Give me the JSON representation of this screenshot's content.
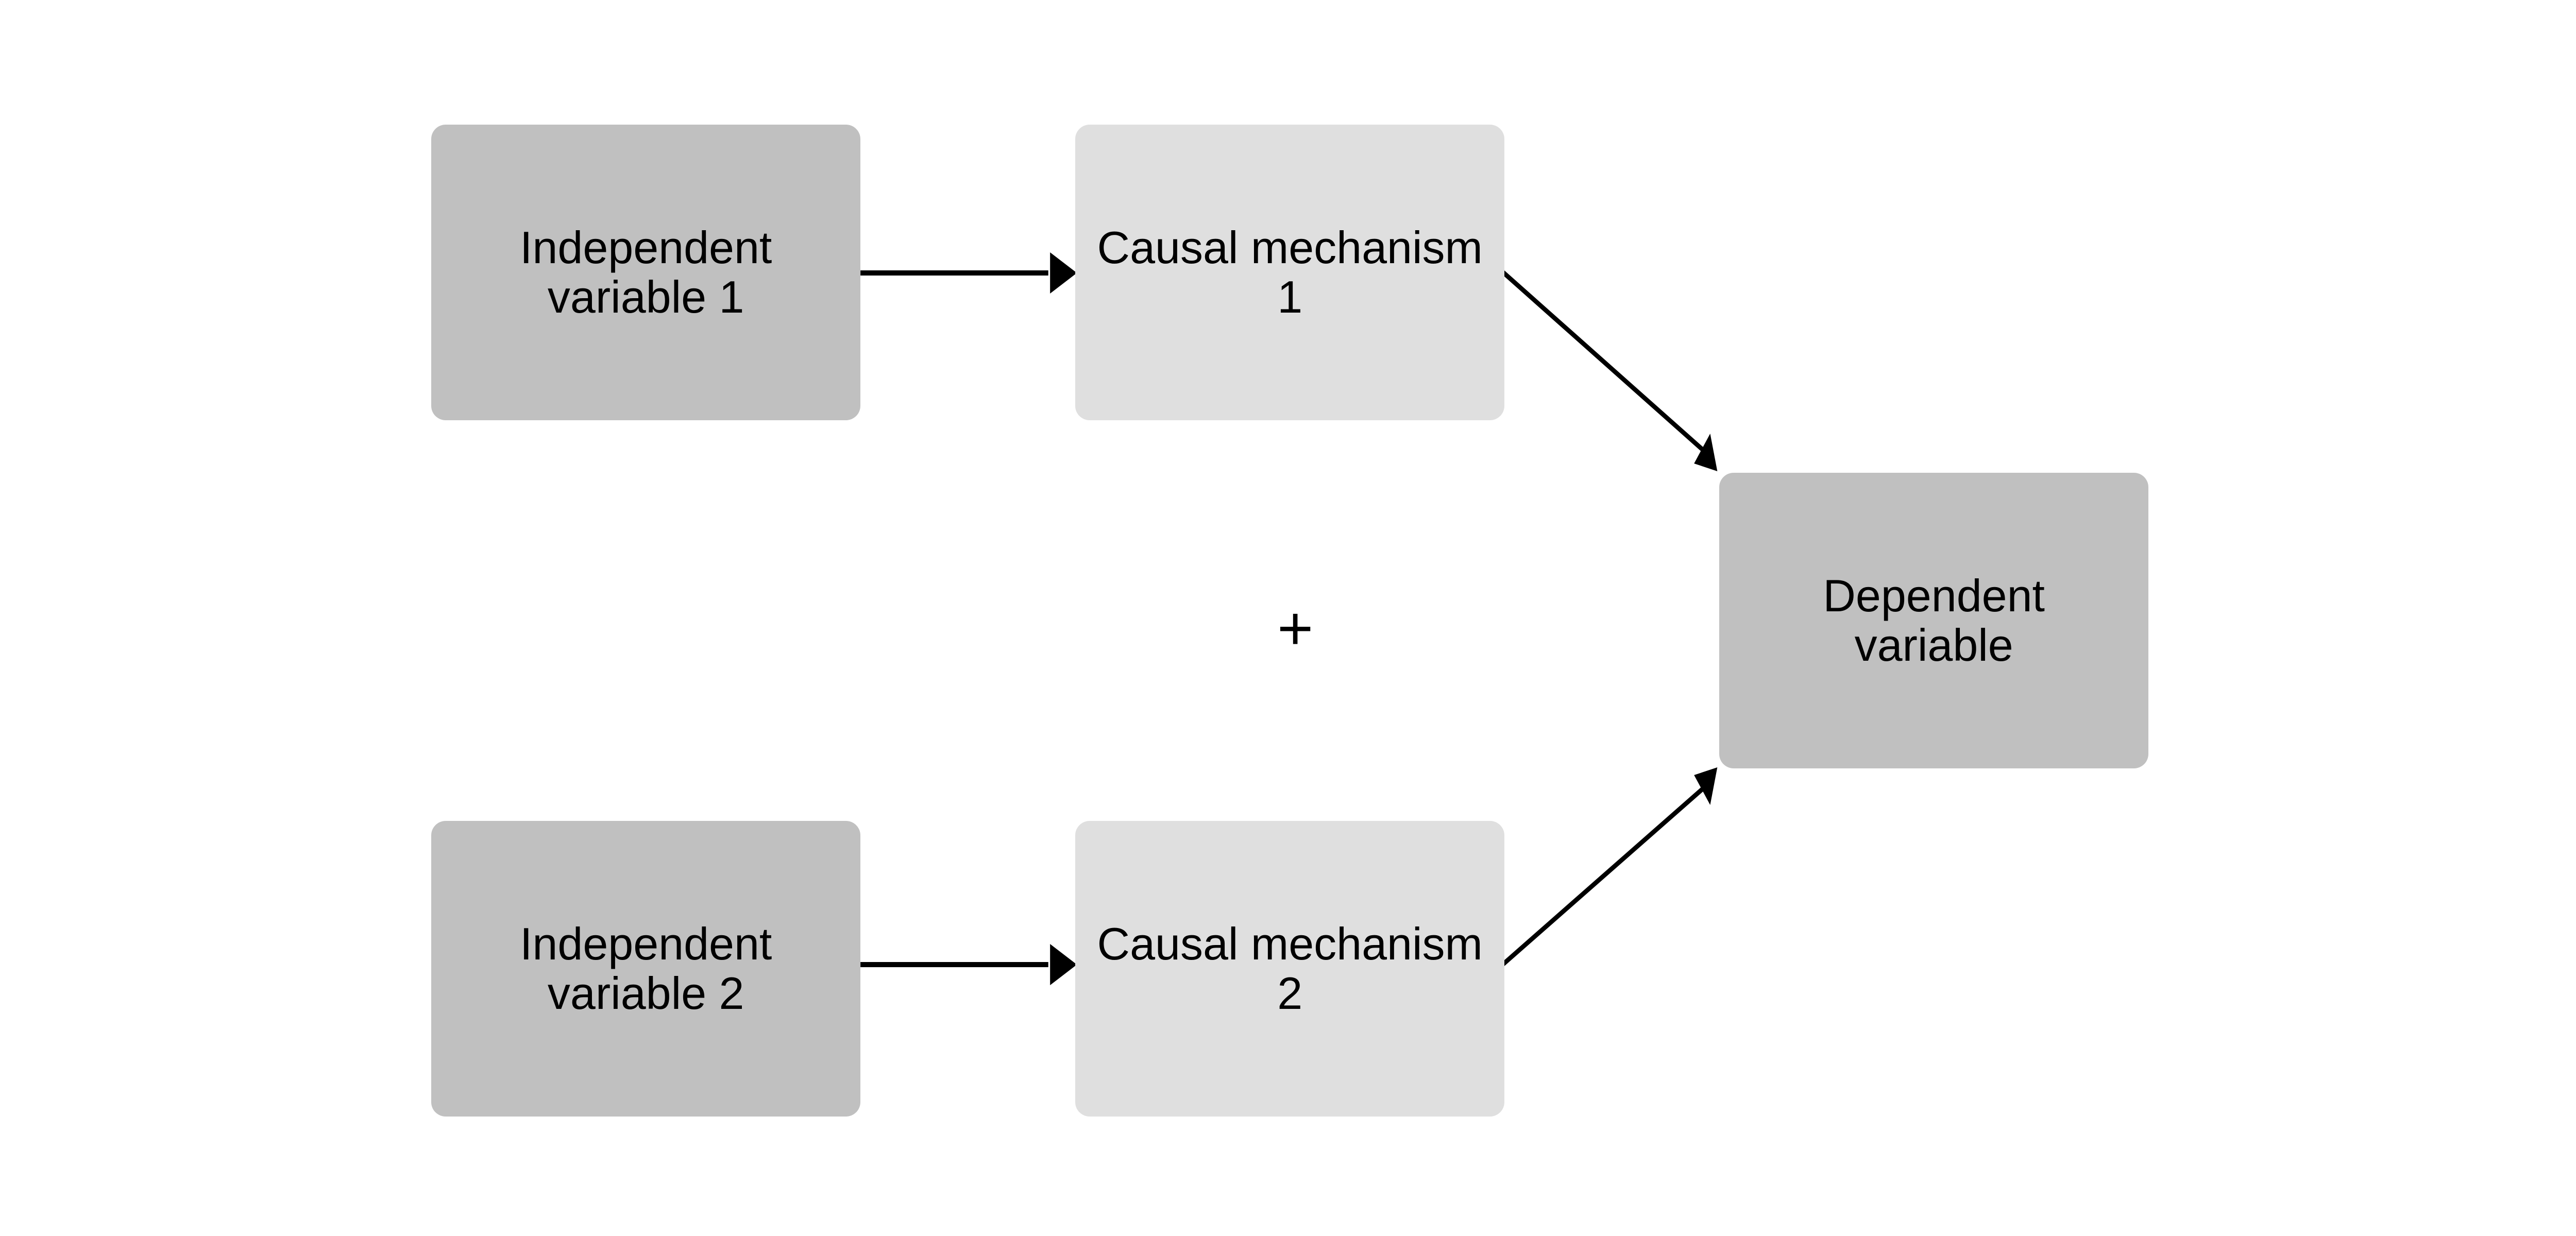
{
  "nodes": {
    "iv1": {
      "line1": "Independent",
      "line2": "variable 1"
    },
    "cm1": {
      "line1": "Causal mechanism",
      "line2": "1"
    },
    "iv2": {
      "line1": "Independent",
      "line2": "variable 2"
    },
    "cm2": {
      "line1": "Causal mechanism",
      "line2": "2"
    },
    "dv": {
      "line1": "Dependent",
      "line2": "variable"
    }
  },
  "operator": "+",
  "colors": {
    "independent": "#c0c0c0",
    "mechanism": "#dfdfdf",
    "dependent": "#c0c0c0",
    "arrow": "#000000"
  },
  "edges": [
    {
      "from": "iv1",
      "to": "cm1"
    },
    {
      "from": "iv2",
      "to": "cm2"
    },
    {
      "from": "cm1",
      "to": "dv"
    },
    {
      "from": "cm2",
      "to": "dv"
    }
  ]
}
